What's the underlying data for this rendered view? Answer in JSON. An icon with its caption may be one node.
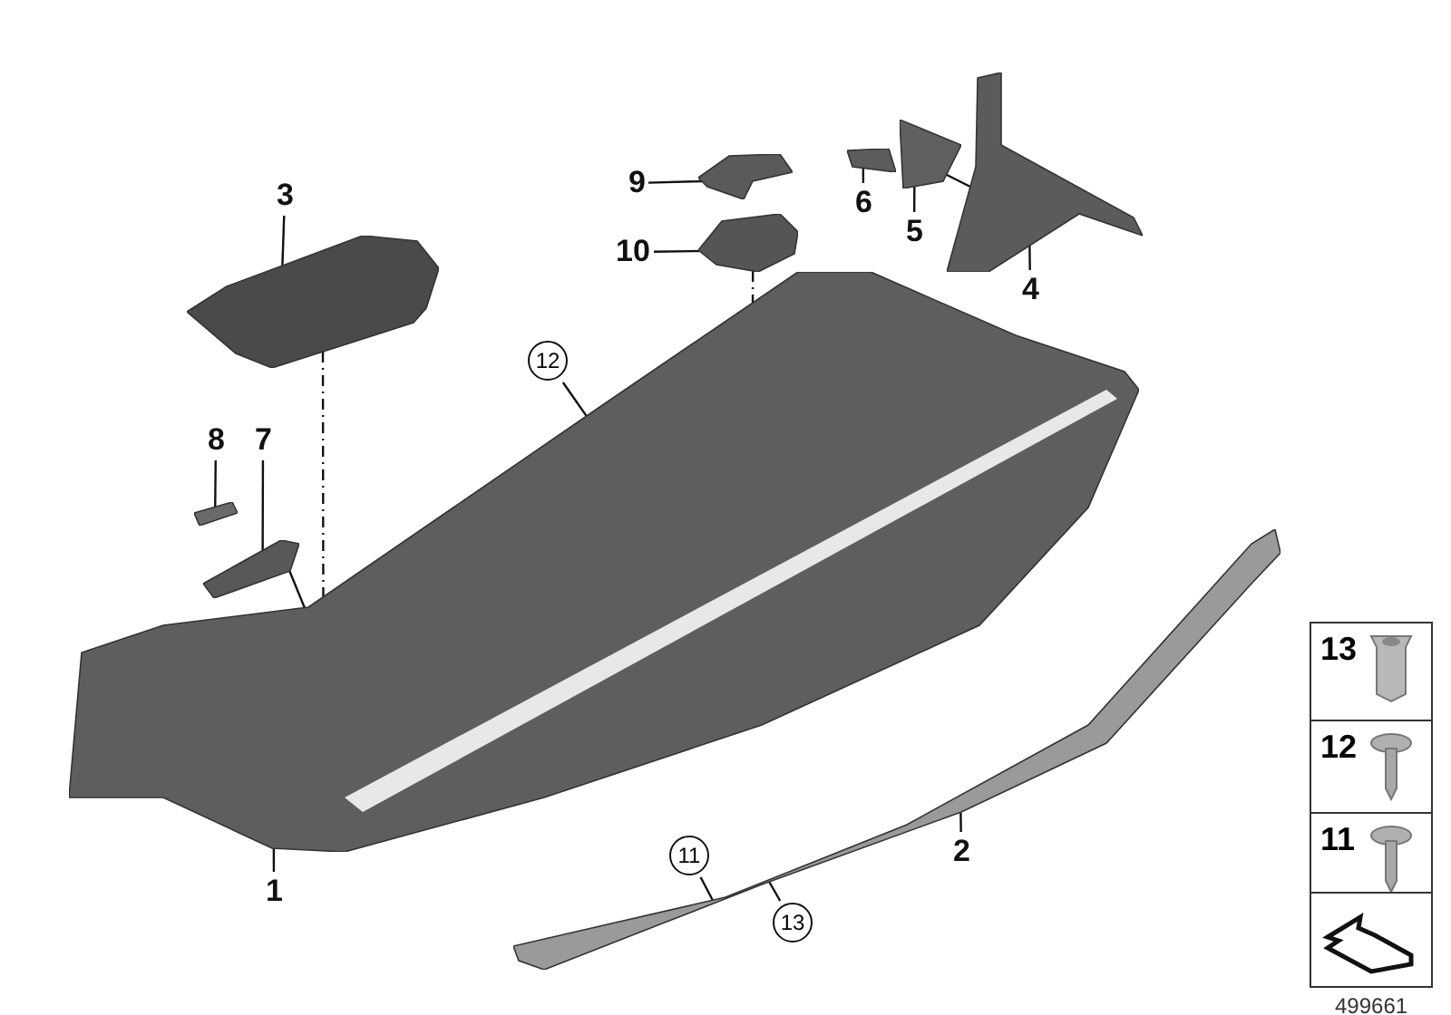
{
  "diagram": {
    "nodes": [
      {
        "text": [
          "3"
        ]
      },
      {
        "text": [
          "9"
        ]
      },
      {
        "text": [
          "10"
        ]
      },
      {
        "text": [
          "6"
        ]
      },
      {
        "text": [
          "5"
        ]
      },
      {
        "text": [
          "4"
        ]
      },
      {
        "text": [
          "12"
        ]
      },
      {
        "text": [
          "8"
        ]
      },
      {
        "text": [
          "7"
        ]
      },
      {
        "text": [
          "1"
        ]
      },
      {
        "text": [
          "11"
        ]
      },
      {
        "text": [
          "2"
        ]
      },
      {
        "text": [
          "13"
        ]
      },
      {
        "text": [],
        "shape": "picture"
      },
      {
        "text": [],
        "shape": "picture"
      },
      {
        "text": [],
        "shape": "picture"
      },
      {
        "text": [],
        "shape": "picture"
      },
      {
        "text": [],
        "shape": "picture"
      },
      {
        "text": [],
        "shape": "picture"
      },
      {
        "text": [],
        "shape": "picture"
      },
      {
        "text": [],
        "shape": "picture"
      },
      {
        "text": [],
        "shape": "picture"
      },
      {
        "text": [],
        "shape": "picture"
      },
      {
        "text": [
          "13"
        ]
      },
      {
        "text": [
          "12"
        ]
      },
      {
        "text": [
          "11"
        ]
      },
      {
        "text": [],
        "shape": "picture"
      }
    ],
    "edges": [
      {
        "from": 0,
        "to": 13,
        "arrow": "none"
      },
      {
        "from": 1,
        "to": 14,
        "arrow": "none"
      },
      {
        "from": 2,
        "to": 15,
        "arrow": "none"
      },
      {
        "from": 3,
        "to": 16,
        "arrow": "none"
      },
      {
        "from": 4,
        "to": 17,
        "arrow": "none"
      },
      {
        "from": 5,
        "to": 18,
        "arrow": "none"
      },
      {
        "from": 6,
        "to": 19,
        "arrow": "none"
      },
      {
        "from": 7,
        "to": 20,
        "arrow": "none"
      },
      {
        "from": 8,
        "to": 21,
        "arrow": "none"
      },
      {
        "from": 9,
        "to": 19,
        "arrow": "none"
      },
      {
        "from": 10,
        "to": 22,
        "arrow": "none"
      },
      {
        "from": 11,
        "to": 22,
        "arrow": "none"
      },
      {
        "from": 12,
        "to": 22,
        "arrow": "none"
      },
      {
        "from": 13,
        "to": 19,
        "arrow": "none",
        "style": "dashed"
      },
      {
        "from": 15,
        "to": 19,
        "arrow": "none",
        "style": "dashed"
      },
      {
        "from": 21,
        "to": 19,
        "arrow": "none"
      },
      {
        "from": 17,
        "to": 18,
        "arrow": "none"
      }
    ],
    "labels": [
      "499661"
    ]
  }
}
